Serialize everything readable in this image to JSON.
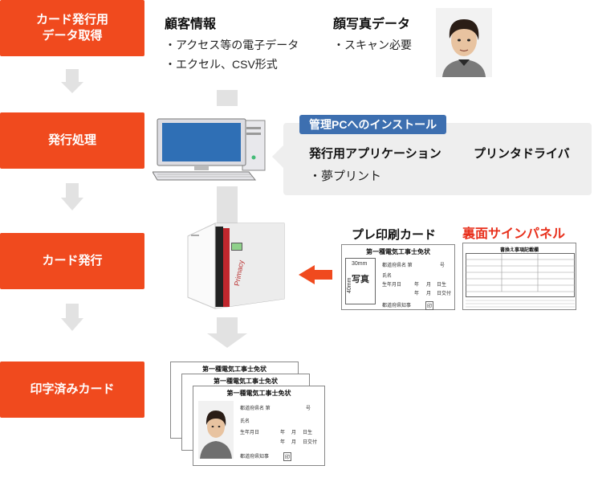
{
  "steps": [
    {
      "label": "カード発行用\nデータ取得"
    },
    {
      "label": "発行処理"
    },
    {
      "label": "カード発行"
    },
    {
      "label": "印字済みカード"
    }
  ],
  "customer_info": {
    "title": "顧客情報",
    "bullets": [
      "・アクセス等の電子データ",
      "・エクセル、CSV形式"
    ]
  },
  "photo_data": {
    "title": "顔写真データ",
    "bullets": [
      "・スキャン必要"
    ]
  },
  "install": {
    "tag": "管理PCへのインストール",
    "items": [
      "発行用アプリケーション",
      "プリンタドライバ"
    ],
    "sub": "・夢プリント"
  },
  "printer": {
    "brand": "Primacy"
  },
  "preprinted": {
    "title": "プレ印刷カード",
    "card_title": "第一種電気工事士免状",
    "size_w": "30mm",
    "size_h": "40mm",
    "photo_label": "写真",
    "rows": [
      "都道府県名 第",
      "号",
      "氏名",
      "生年月日",
      "年",
      "月",
      "日生",
      "年",
      "月",
      "日交付",
      "都道府県知事",
      "印"
    ]
  },
  "back_panel": {
    "title": "裏面サインパネル",
    "title_color": "#e8301c",
    "card_title": "書換え事項記載欄"
  },
  "printed": {
    "card_title": "第一種電気工事士免状",
    "rows": [
      "都道府県名 第",
      "号",
      "氏名",
      "生年月日",
      "年",
      "月",
      "日生",
      "年",
      "月",
      "日交付",
      "都道府県知事",
      "印"
    ]
  },
  "colors": {
    "accent": "#f04a1e",
    "tag": "#3d6fb0",
    "arrow": "#e2e2e2",
    "panel": "#eeeeee"
  }
}
